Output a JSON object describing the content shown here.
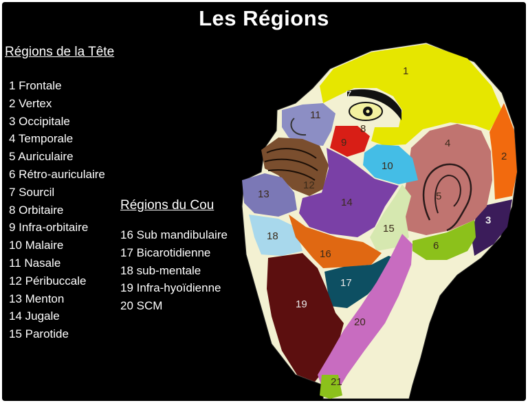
{
  "title": "Les Régions",
  "head_regions": {
    "heading": "Régions de la Tête",
    "items": [
      "1 Frontale",
      "2 Vertex",
      "3 Occipitale",
      "4 Temporale",
      "5 Auriculaire",
      "6 Rétro-auriculaire",
      "7 Sourcil",
      "8 Orbitaire",
      "9 Infra-orbitaire",
      "10 Malaire",
      "11 Nasale",
      "12 Péribuccale",
      "13 Menton",
      "14 Jugale",
      "15 Parotide"
    ]
  },
  "neck_regions": {
    "heading": "Régions du Cou",
    "items": [
      "16 Sub mandibulaire",
      "17 Bicarotidienne",
      "18 sub-mentale",
      "19 Infra-hyoïdienne",
      "20 SCM"
    ]
  },
  "diagram_labels": [
    "1",
    "2",
    "3",
    "4",
    "5",
    "6",
    "7",
    "8",
    "9",
    "10",
    "11",
    "12",
    "13",
    "14",
    "15",
    "16",
    "17",
    "18",
    "19",
    "20",
    "21"
  ],
  "colors": {
    "skin": "#f3f1d2",
    "frontale": "#e6e600",
    "vertex": "#f26a0e",
    "occipitale": "#3b1c5a",
    "temporale": "#c07470",
    "retro_auriculaire": "#8cc11b",
    "infra_orbitaire": "#d81e16",
    "malaire": "#44bde6",
    "nasale": "#8c8ec4",
    "peribuccale": "#7a4e2e",
    "menton": "#7b78b6",
    "jugale": "#7a40a6",
    "parotide": "#d6e8b0",
    "sub_mandibulaire": "#e06812",
    "bicarotidienne": "#0d4f62",
    "sub_mentale": "#a8d8ec",
    "infra_hyoidienne": "#5c0f0f",
    "scm": "#c86cc0",
    "region_21": "#8cc11b"
  }
}
